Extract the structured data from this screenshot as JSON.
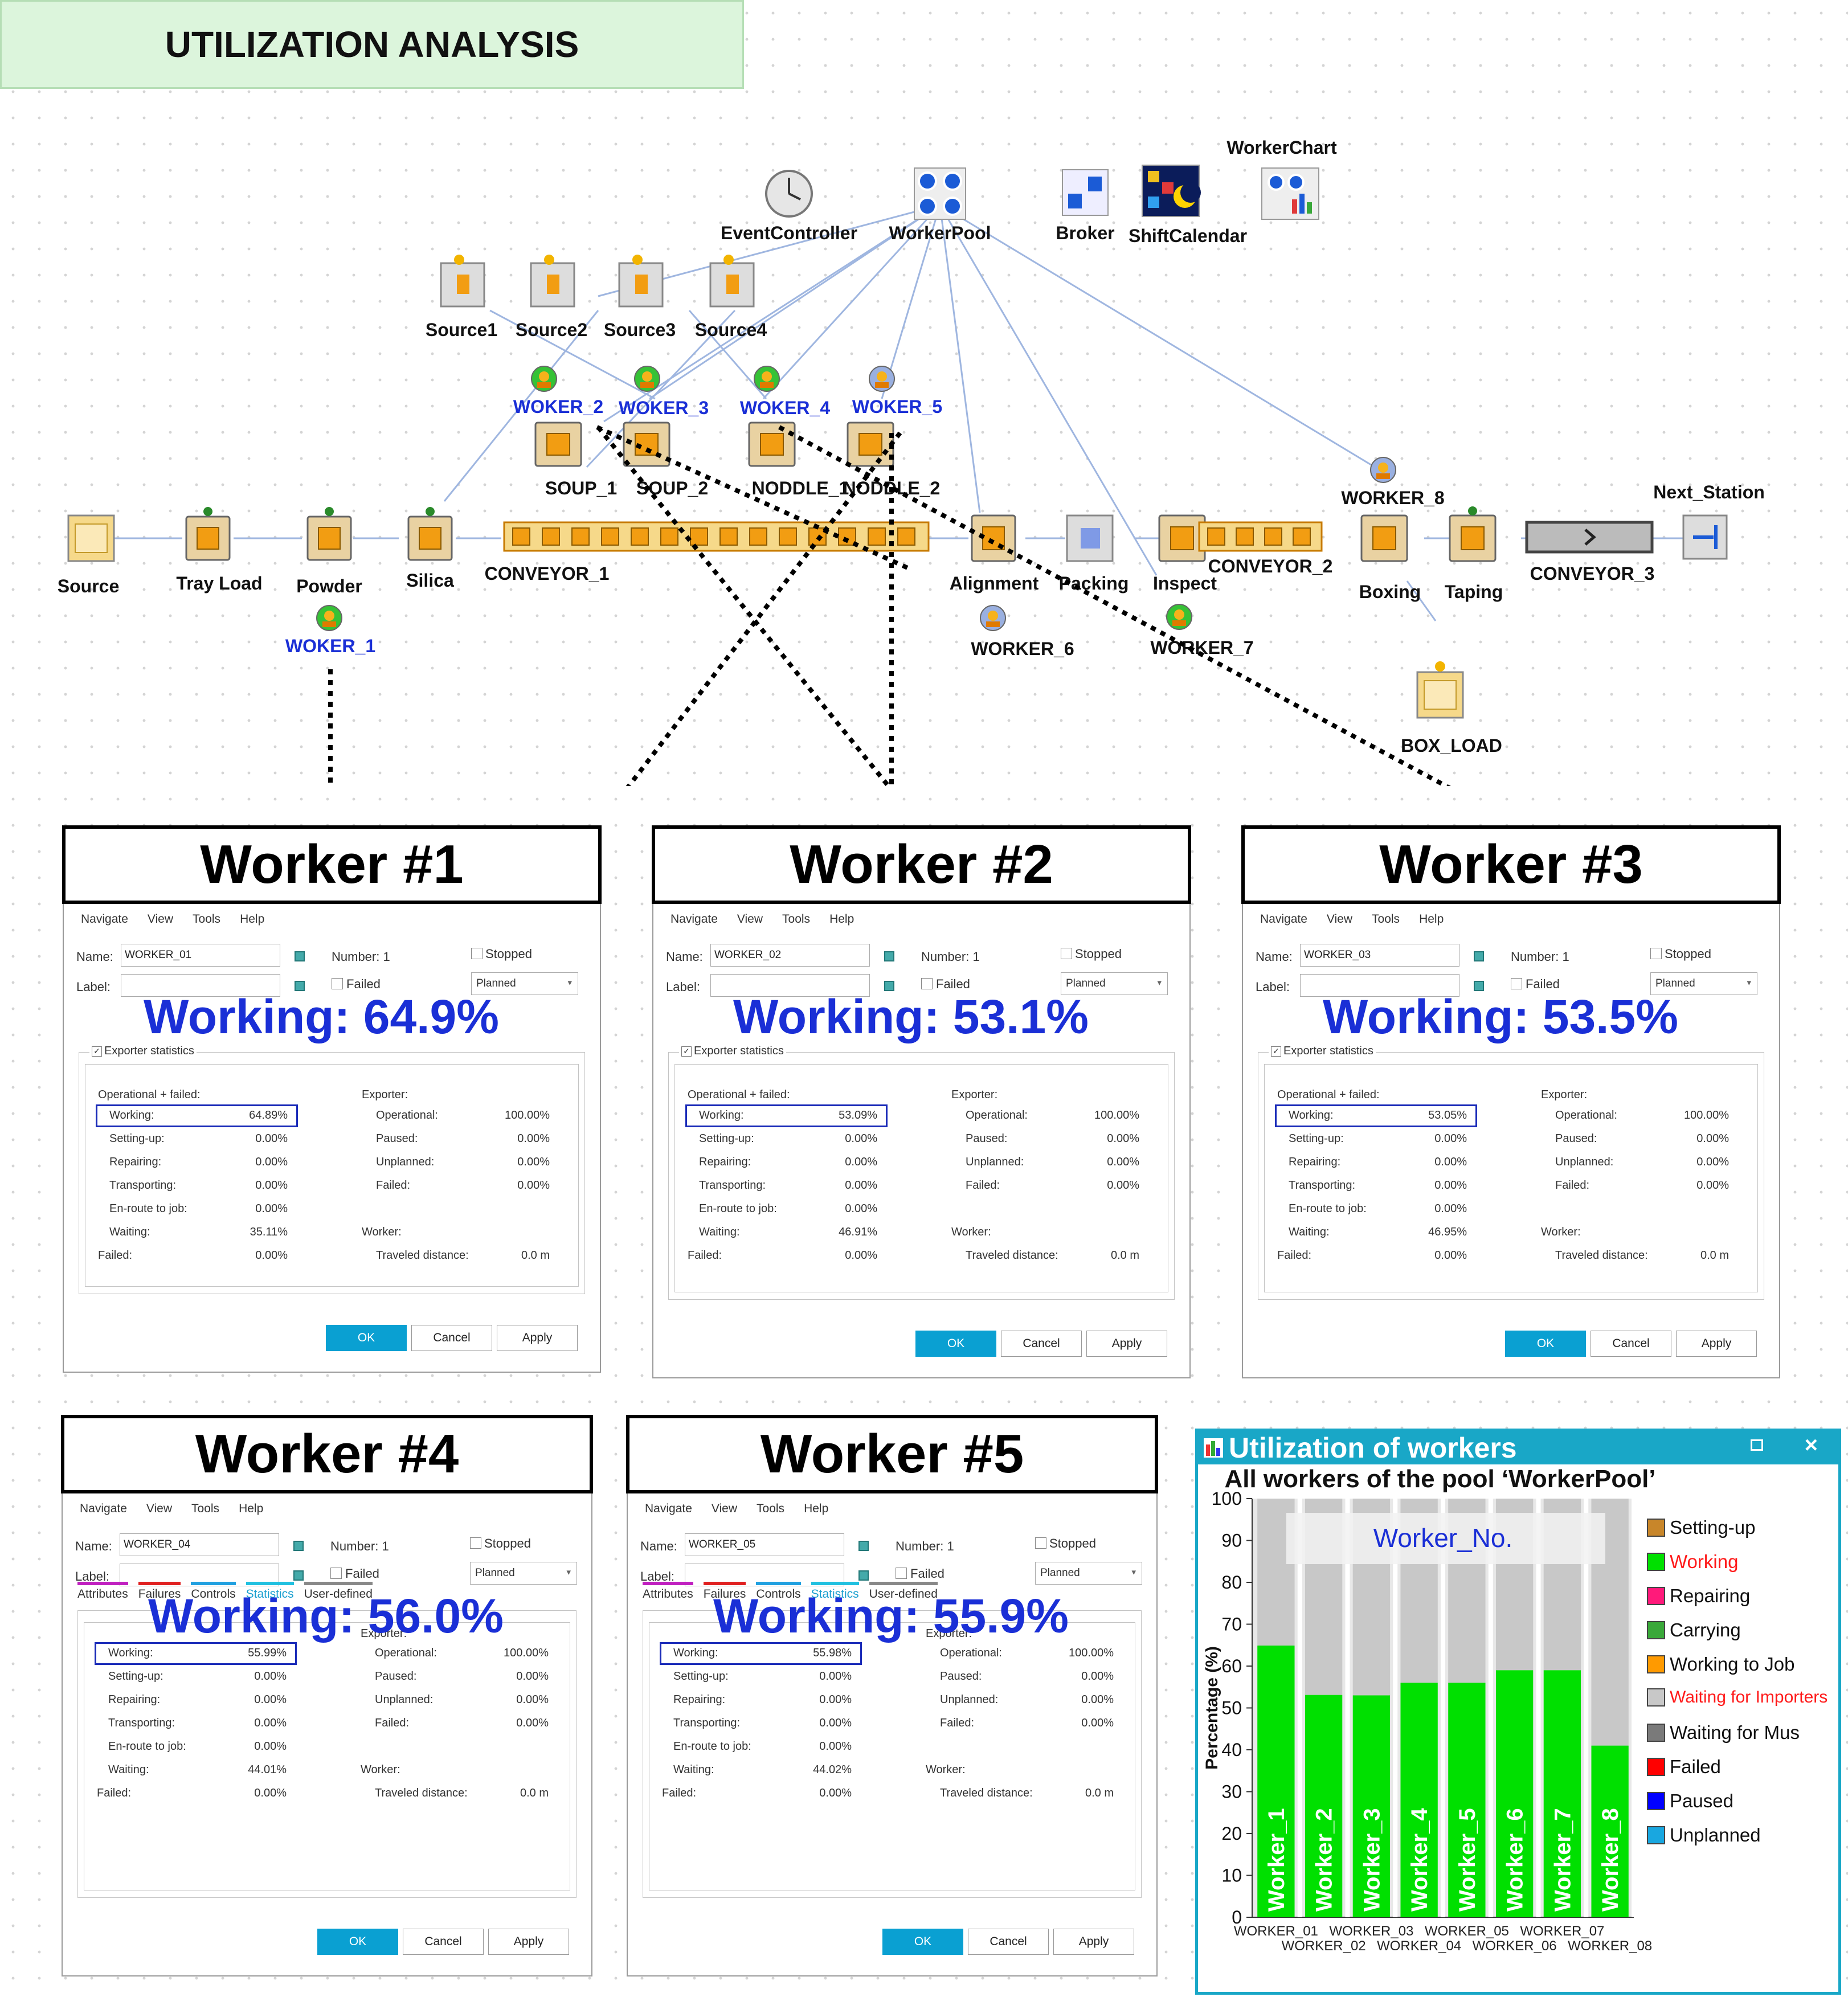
{
  "title": "UTILIZATION ANALYSIS",
  "model": {
    "top_objects": [
      "EventController",
      "WorkerPool",
      "Broker",
      "ShiftCalendar",
      "WorkerChart"
    ],
    "sources": [
      "Source1",
      "Source2",
      "Source3",
      "Source4"
    ],
    "workers": [
      "WOKER_1",
      "WOKER_2",
      "WOKER_3",
      "WOKER_4",
      "WOKER_5",
      "WORKER_6",
      "WORKER_7",
      "WORKER_8"
    ],
    "stations": [
      "SOUP_1",
      "SOUP_2",
      "NODDLE_1",
      "NODDLE_2"
    ],
    "line": [
      "Source",
      "Tray Load",
      "Powder",
      "Silica",
      "CONVEYOR_1",
      "Alignment",
      "Packing",
      "Inspect",
      "CONVEYOR_2",
      "Boxing",
      "Taping",
      "CONVEYOR_3",
      "Next_Station",
      "BOX_LOAD"
    ]
  },
  "dialog_common": {
    "menu": [
      "Navigate",
      "View",
      "Tools",
      "Help"
    ],
    "name_label": "Name:",
    "label_label": "Label:",
    "number": "Number: 1",
    "stopped": "Stopped",
    "failed": "Failed",
    "planned": "Planned",
    "group_title": "Exporter statistics",
    "op_heading": "Operational + failed:",
    "exp_heading": "Exporter:",
    "worker_heading": "Worker:",
    "stat_labels": [
      "Working:",
      "Setting-up:",
      "Repairing:",
      "Transporting:",
      "En-route to job:",
      "Waiting:",
      "Failed:"
    ],
    "exp_labels": [
      "Operational:",
      "Paused:",
      "Unplanned:",
      "Failed:"
    ],
    "exp_values": [
      "100.00%",
      "0.00%",
      "0.00%",
      "0.00%"
    ],
    "traveled_label": "Traveled distance:",
    "traveled_value": "0.0 m",
    "tabs": [
      "Attributes",
      "Failures",
      "Controls",
      "Statistics",
      "User-defined"
    ],
    "ok": "OK",
    "cancel": "Cancel",
    "apply": "Apply"
  },
  "worker_panels": [
    {
      "title": "Worker #1",
      "name": "WORKER_01",
      "headline": "Working: 64.9%",
      "working": "64.89%",
      "waiting": "35.11%"
    },
    {
      "title": "Worker #2",
      "name": "WORKER_02",
      "headline": "Working: 53.1%",
      "working": "53.09%",
      "waiting": "46.91%"
    },
    {
      "title": "Worker #3",
      "name": "WORKER_03",
      "headline": "Working: 53.5%",
      "working": "53.05%",
      "waiting": "46.95%"
    },
    {
      "title": "Worker #4",
      "name": "WORKER_04",
      "headline": "Working: 56.0%",
      "working": "55.99%",
      "waiting": "44.01%"
    },
    {
      "title": "Worker #5",
      "name": "WORKER_05",
      "headline": "Working: 55.9%",
      "working": "55.98%",
      "waiting": "44.02%"
    }
  ],
  "zero": "0.00%",
  "chart_window_title": "Utilization of workers",
  "chart_data": {
    "type": "bar",
    "title": "All workers of the pool ‘WorkerPool’",
    "ylabel": "Percentage (%)",
    "xlabel": "",
    "legend_title": "Worker_No.",
    "ylim": [
      0,
      100
    ],
    "yticks": [
      0,
      10,
      20,
      30,
      40,
      50,
      60,
      70,
      80,
      90,
      100
    ],
    "categories": [
      "WORKER_01",
      "WORKER_02",
      "WORKER_03",
      "WORKER_04",
      "WORKER_05",
      "WORKER_06",
      "WORKER_07",
      "WORKER_08"
    ],
    "bar_labels": [
      "Worker_1",
      "Worker_2",
      "Worker_3",
      "Worker_4",
      "Worker_5",
      "Worker_6",
      "Worker_7",
      "Worker_8"
    ],
    "series": [
      {
        "name": "Working",
        "values": [
          64.9,
          53.1,
          53.0,
          56.0,
          56.0,
          59.0,
          59.0,
          41.0
        ]
      },
      {
        "name": "Waiting for Importers",
        "values": [
          35.1,
          46.9,
          47.0,
          44.0,
          44.0,
          41.0,
          41.0,
          59.0
        ]
      }
    ],
    "legend": [
      {
        "name": "Setting-up",
        "color": "#c8862a"
      },
      {
        "name": "Working",
        "color": "#00e000"
      },
      {
        "name": "Repairing",
        "color": "#ff1a7a"
      },
      {
        "name": "Carrying",
        "color": "#3aa83a"
      },
      {
        "name": "Working to Job",
        "color": "#ff9a00"
      },
      {
        "name": "Waiting for Importers",
        "color": "#c8c8c8"
      },
      {
        "name": "Waiting for Mus",
        "color": "#7a7a7a"
      },
      {
        "name": "Failed",
        "color": "#ff0000"
      },
      {
        "name": "Paused",
        "color": "#0000ff"
      },
      {
        "name": "Unplanned",
        "color": "#19a7e0"
      }
    ]
  }
}
